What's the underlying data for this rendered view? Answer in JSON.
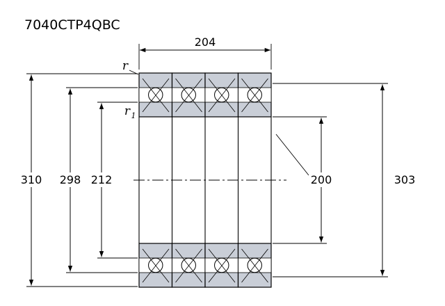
{
  "title": "7040CTP4QBC",
  "dimensions": {
    "outer_width": "204",
    "outer_diameter": "310",
    "shoulder_diameter_left_outer": "298",
    "shoulder_diameter_left_inner": "212",
    "bore_diameter": "200",
    "shoulder_diameter_right": "303"
  },
  "labels": {
    "chamfer_outer": "r",
    "chamfer_inner_base": "r",
    "chamfer_inner_sub": "1"
  },
  "colors": {
    "ring_fill": "#c9ced7",
    "line": "#000000",
    "background": "#ffffff"
  }
}
